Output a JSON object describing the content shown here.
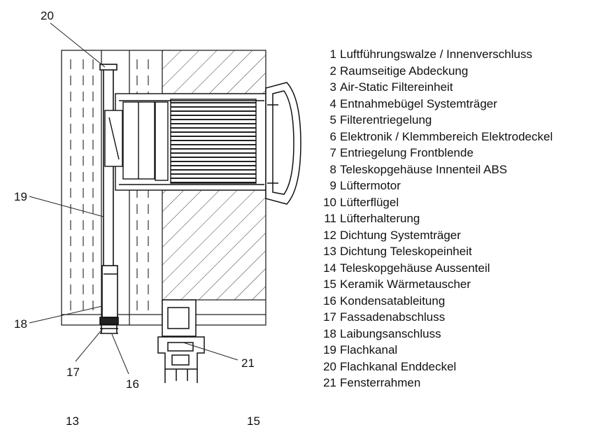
{
  "diagram": {
    "callouts": {
      "c20": "20",
      "c19": "19",
      "c18": "18",
      "c17": "17",
      "c16": "16",
      "c21": "21",
      "c13": "13",
      "c15": "15"
    }
  },
  "legend": [
    {
      "num": "1",
      "text": "Luftführungswalze / Innenverschluss"
    },
    {
      "num": "2",
      "text": "Raumseitige Abdeckung"
    },
    {
      "num": "3",
      "text": "Air-Static Filtereinheit"
    },
    {
      "num": "4",
      "text": "Entnahmebügel Systemträger"
    },
    {
      "num": "5",
      "text": "Filterentriegelung"
    },
    {
      "num": "6",
      "text": "Elektronik / Klemmbereich Elektrodeckel"
    },
    {
      "num": "7",
      "text": "Entriegelung Frontblende"
    },
    {
      "num": "8",
      "text": "Teleskopgehäuse Innenteil ABS"
    },
    {
      "num": "9",
      "text": "Lüftermotor"
    },
    {
      "num": "10",
      "text": "Lüfterflügel"
    },
    {
      "num": "11",
      "text": "Lüfterhalterung"
    },
    {
      "num": "12",
      "text": "Dichtung Systemträger"
    },
    {
      "num": "13",
      "text": "Dichtung Teleskopeinheit"
    },
    {
      "num": "14",
      "text": "Teleskopgehäuse Aussenteil"
    },
    {
      "num": "15",
      "text": "Keramik Wärmetauscher"
    },
    {
      "num": "16",
      "text": "Kondensatableitung"
    },
    {
      "num": "17",
      "text": "Fassadenabschluss"
    },
    {
      "num": "18",
      "text": "Laibungsanschluss"
    },
    {
      "num": "19",
      "text": "Flachkanal"
    },
    {
      "num": "20",
      "text": "Flachkanal Enddeckel"
    },
    {
      "num": "21",
      "text": "Fensterrahmen"
    }
  ]
}
